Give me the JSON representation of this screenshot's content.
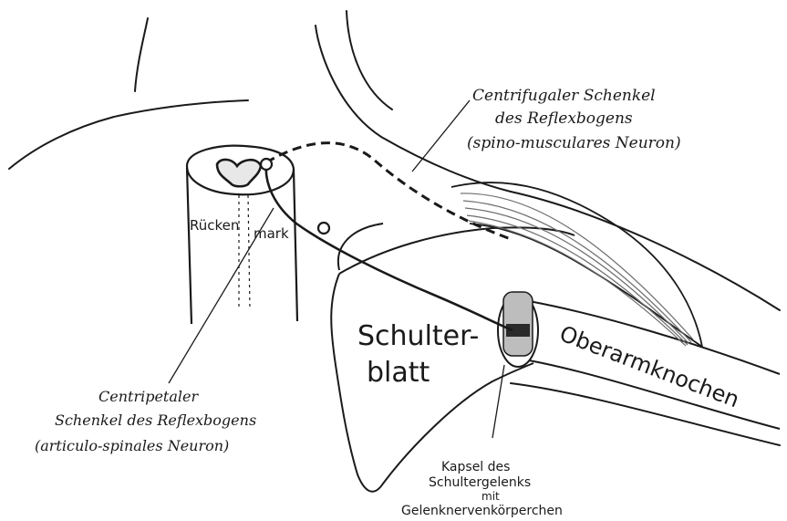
{
  "labels": {
    "efferent_line1": "Centrifugaler Schenkel",
    "efferent_line2": "des Reflexbogens",
    "efferent_line3": "(spino-musculares Neuron)",
    "spinal_cord_a": "Rücken",
    "spinal_cord_b": "mark",
    "afferent_line1": "Centripetaler",
    "afferent_line2": "Schenkel des Reflexbogens",
    "afferent_line3": "(articulo-spinales Neuron)",
    "scapula_line1": "Schulter-",
    "scapula_line2": "blatt",
    "humerus": "Oberarmknochen",
    "capsule_line1": "Kapsel des",
    "capsule_line2": "Schultergelenks",
    "capsule_line3": "mit",
    "capsule_line4": "Gelenknervenkörperchen"
  },
  "colors": {
    "ink": "#1a1a1a",
    "paper": "#ffffff",
    "muscle_shade": "#6e6e6e"
  }
}
